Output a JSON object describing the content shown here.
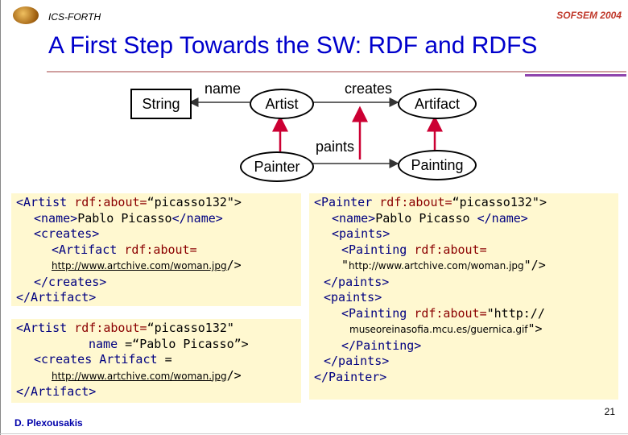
{
  "header": {
    "org": "ICS-FORTH",
    "event": "SOFSEM 2004"
  },
  "title": "A First Step Towards the SW: RDF and RDFS",
  "diagram": {
    "string": "String",
    "name_label": "name",
    "artist": "Artist",
    "creates_label": "creates",
    "artifact": "Artifact",
    "paints_label": "paints",
    "painter": "Painter",
    "painting": "Painting",
    "colors": {
      "edge_red": "#cc0033",
      "edge_gray": "#333333"
    }
  },
  "code1": {
    "l1a": "<Artist ",
    "l1b": "rdf:about=",
    "l1c": "“picasso132\">",
    "l2a": "<name>",
    "l2b": "Pablo Picasso",
    "l2c": "</name>",
    "l3": "<creates>",
    "l4a": "<Artifact ",
    "l4b": "rdf:about=",
    "l5a": "http://www.artchive.com/woman.jpg",
    "l5b": "/>",
    "l6": "</creates>",
    "l7": "</Artifact>"
  },
  "code2": {
    "l1a": "<Artist ",
    "l1b": "rdf:about=",
    "l1c": "“picasso132\"",
    "l2a": "name ",
    "l2b": "=“Pablo Picasso”>",
    "l3a": "<creates Artifact ",
    "l3b": "=",
    "l4a": "http://www.artchive.com/woman.jpg",
    "l4b": "/>",
    "l5": "</Artifact>"
  },
  "code3": {
    "l1a": "<Painter ",
    "l1b": "rdf:about=",
    "l1c": "“picasso132\">",
    "l2a": "<name>",
    "l2b": "Pablo Picasso ",
    "l2c": "</name>",
    "l3": "<paints>",
    "l4a": "<Painting ",
    "l4b": "rdf:about=",
    "l5a": "\"",
    "l5b": "http://www.artchive.com/woman.jpg",
    "l5c": "\"/>",
    "l6": "</paints>",
    "l7": "<paints>",
    "l8a": "<Painting ",
    "l8b": "rdf:about=",
    "l8c": "\"",
    "l8d": "http://",
    "l9a": "museoreinasofia.mcu.es/guernica.gif",
    "l9b": "\">",
    "l10": "</Painting>",
    "l11": "</paints>",
    "l12": "</Painter>"
  },
  "footer": {
    "author": "D. Plexousakis",
    "page": "21"
  }
}
